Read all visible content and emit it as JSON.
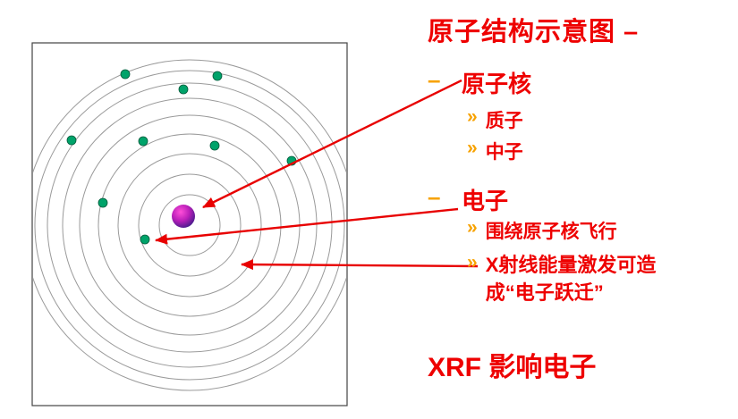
{
  "title": "原子结构示意图 –",
  "sections": [
    {
      "dash": "–",
      "label": "原子核",
      "subs": [
        {
          "bullet": "»",
          "label": "质子"
        },
        {
          "bullet": "»",
          "label": "中子"
        }
      ]
    },
    {
      "dash": "–",
      "label": "电子",
      "subs": [
        {
          "bullet": "»",
          "label": "围绕原子核飞行"
        },
        {
          "bullet": "»",
          "label": "X射线能量激发可造成“电子跃迁”"
        }
      ]
    }
  ],
  "footer": "XRF 影响电子",
  "colors": {
    "text_red": "#ee0000",
    "accent_orange": "#f7a200",
    "arrow_red": "#e80000",
    "electron_green": "#00a36a",
    "nucleus_magenta": "#b91fb9",
    "nucleus_dark": "#1a1a7a",
    "orbit_gray": "#9a9a9a"
  },
  "diagram": {
    "description": "atom schematic: nucleus surrounded by concentric electron orbits with electrons",
    "orbit_count": 9,
    "electron_count": 9,
    "arrow_count": 3
  }
}
